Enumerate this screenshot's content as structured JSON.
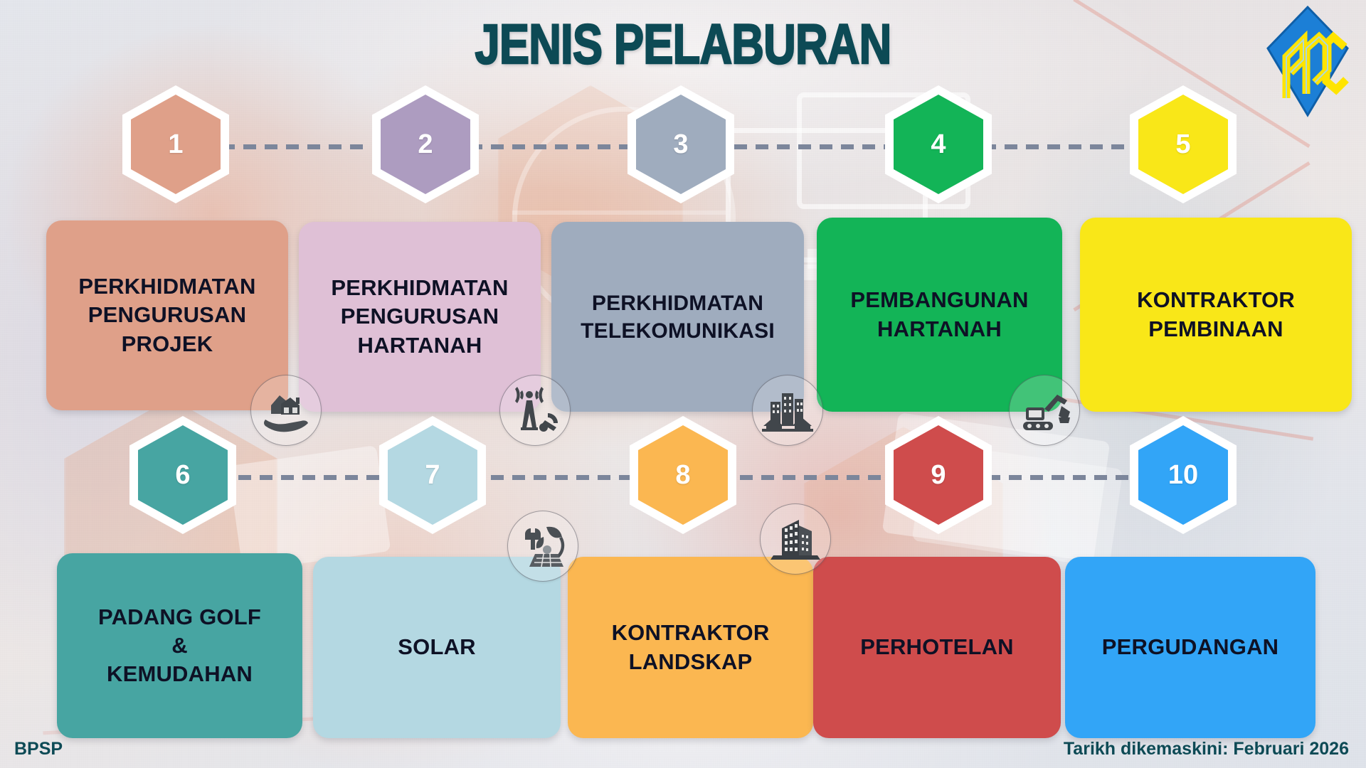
{
  "header": {
    "title": "JENIS PELABURAN",
    "logo_alt": "pdc-logo",
    "logo_text": "PDC"
  },
  "colors": {
    "title": "#0d4a55",
    "dash": "#7c869b",
    "card_text": "#0e1125",
    "hex_border": "#ffffff",
    "footer_text": "#0d4a55"
  },
  "rows": [
    {
      "items": [
        {
          "number": "1",
          "label": "PERKHIDMATAN\nPENGURUSAN\nPROJEK",
          "color": "#dfa089",
          "icon": "house-in-hand-icon"
        },
        {
          "number": "2",
          "label": "PERKHIDMATAN\nPENGURUSAN\nHARTANAH",
          "color": "#dfc0d6",
          "hex_color": "#ad9cc0",
          "icon": "telecom-tower-icon"
        },
        {
          "number": "3",
          "label": "PERKHIDMATAN\nTELEKOMUNIKASI",
          "color": "#9facbe",
          "icon": "city-buildings-icon"
        },
        {
          "number": "4",
          "label": "PEMBANGUNAN\nHARTANAH",
          "color": "#13b457",
          "icon": "excavator-icon"
        },
        {
          "number": "5",
          "label": "KONTRAKTOR\nPEMBINAAN",
          "color": "#f9e718",
          "icon": "excavator-icon"
        }
      ]
    },
    {
      "items": [
        {
          "number": "6",
          "label": "PADANG GOLF\n&\nKEMUDAHAN",
          "color": "#47a5a2",
          "icon": "solar-panel-icon"
        },
        {
          "number": "7",
          "label": "SOLAR",
          "color": "#b4d8e2",
          "icon": "solar-panel-icon"
        },
        {
          "number": "8",
          "label": "KONTRAKTOR\nLANDSKAP",
          "color": "#fbb751",
          "icon": "office-tower-icon"
        },
        {
          "number": "9",
          "label": "PERHOTELAN",
          "color": "#cf4c4c",
          "icon": "office-tower-icon"
        },
        {
          "number": "10",
          "label": "PERGUDANGAN",
          "color": "#32a5f7",
          "icon": "none"
        }
      ]
    }
  ],
  "footer": {
    "left": "BPSP",
    "right": "Tarikh dikemaskini: Februari 2026"
  }
}
